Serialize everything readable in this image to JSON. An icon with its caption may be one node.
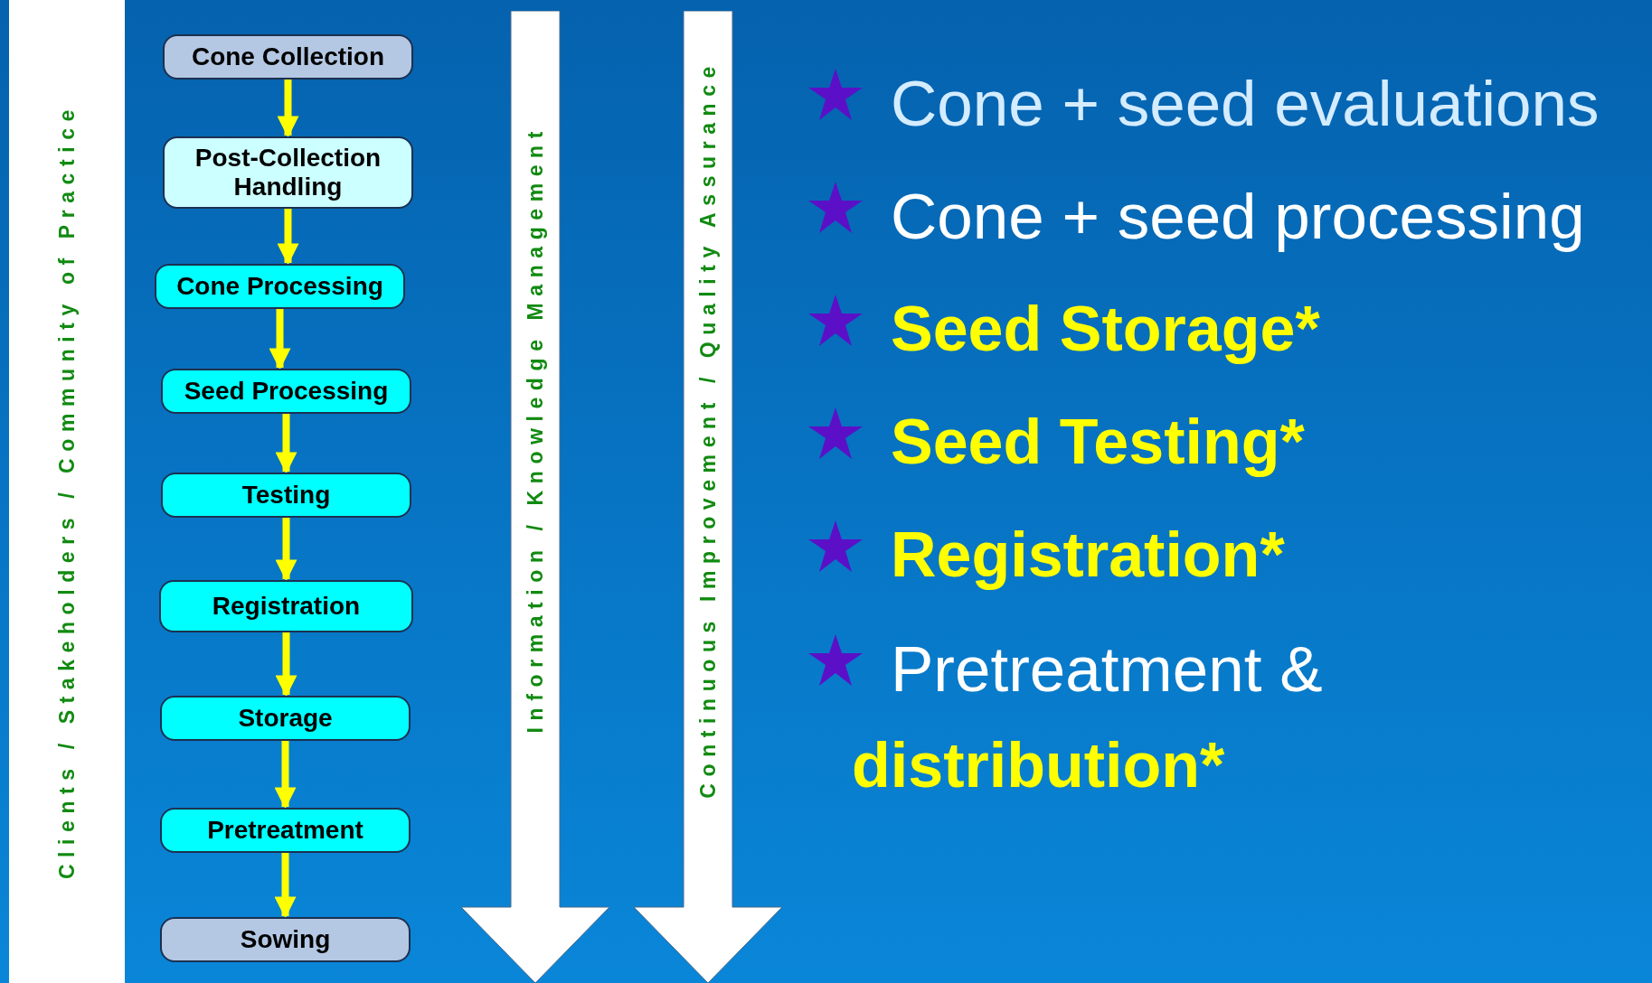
{
  "diagram": {
    "nodes": [
      {
        "text": [
          "Cone Collection"
        ]
      },
      {
        "text": [
          "Post-Collection Handling"
        ]
      },
      {
        "text": [
          "Cone Processing"
        ]
      },
      {
        "text": [
          "Seed Processing"
        ]
      },
      {
        "text": [
          "Testing"
        ]
      },
      {
        "text": [
          "Registration"
        ]
      },
      {
        "text": [
          "Storage"
        ]
      },
      {
        "text": [
          "Pretreatment"
        ]
      },
      {
        "text": [
          "Sowing"
        ]
      },
      {
        "text": [
          "Clients / Stakeholders / Community of Practice"
        ]
      },
      {
        "text": [
          "Information / Knowledge Management"
        ]
      },
      {
        "text": [
          "Continuous Improvement / Quality Assurance"
        ]
      }
    ],
    "edges": [
      {
        "from": 0,
        "to": 1,
        "arrow": "to"
      },
      {
        "from": 1,
        "to": 2,
        "arrow": "to"
      },
      {
        "from": 2,
        "to": 3,
        "arrow": "to"
      },
      {
        "from": 3,
        "to": 4,
        "arrow": "to"
      },
      {
        "from": 4,
        "to": 5,
        "arrow": "to"
      },
      {
        "from": 5,
        "to": 6,
        "arrow": "to"
      },
      {
        "from": 6,
        "to": 7,
        "arrow": "to"
      },
      {
        "from": 7,
        "to": 8,
        "arrow": "to"
      }
    ],
    "labels": [
      "Cone + seed evaluations",
      "Cone + seed processing",
      "Seed Storage*",
      "Seed Testing*",
      "Registration*",
      "Pretreatment &",
      "distribution*"
    ]
  }
}
